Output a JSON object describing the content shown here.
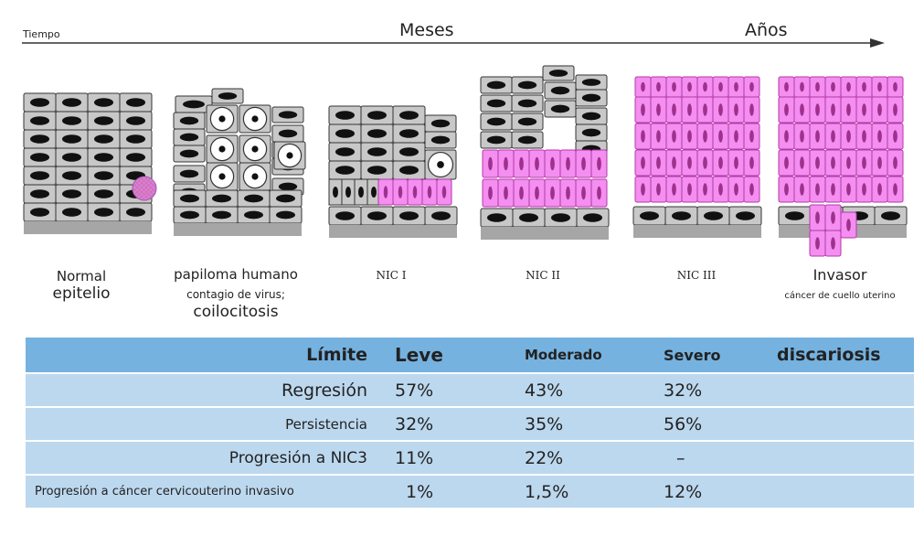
{
  "timeline": {
    "tiempo": "Tiempo",
    "meses": "Meses",
    "anos": "Años"
  },
  "stages": [
    {
      "line1": "Normal",
      "line2": "epitelio"
    },
    {
      "line1": "papiloma humano",
      "line2": "contagio de virus;",
      "line3": "coilocitosis"
    },
    {
      "line1": "NIC I"
    },
    {
      "line1": "NIC II"
    },
    {
      "line1": "NIC III"
    },
    {
      "line1": "Invasor",
      "line2": "cáncer de cuello uterino"
    }
  ],
  "table": {
    "headers": [
      "Límite",
      "Leve",
      "Moderado",
      "Severo",
      "discariosis"
    ],
    "rows": [
      [
        "Regresión",
        "57%",
        "43%",
        "32%",
        ""
      ],
      [
        "Persistencia",
        "32%",
        "35%",
        "56%",
        ""
      ],
      [
        "Progresión a NIC3",
        "11%",
        "22%",
        "–",
        ""
      ],
      [
        "Progresión a cáncer cervicouterino invasivo",
        "1%",
        "1,5%",
        "12%",
        ""
      ]
    ]
  },
  "colors": {
    "cell_gray": "#c8c8c8",
    "cell_pink": "#f48ef0",
    "base_gray": "#a6a6a6",
    "table_header": "#75b2e0",
    "table_row": "#bcd8ef"
  }
}
